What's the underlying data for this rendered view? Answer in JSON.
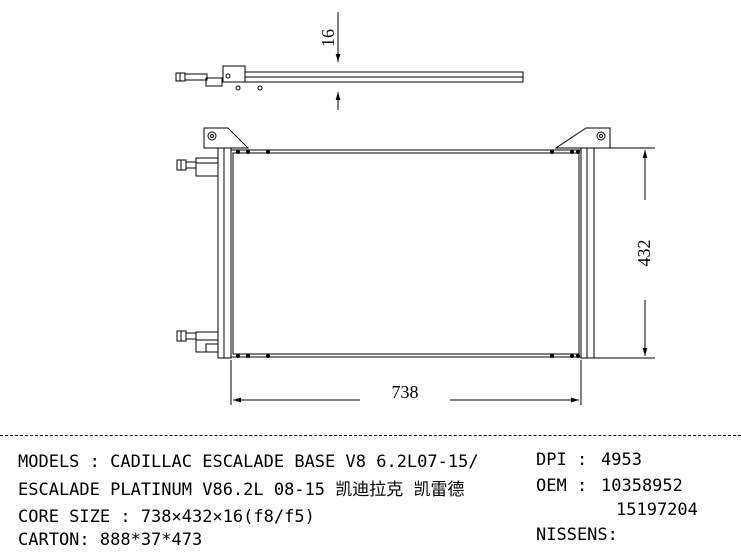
{
  "dimensions": {
    "thickness": "16",
    "height": "432",
    "width": "738"
  },
  "spec": {
    "models_line1": "MODELS : CADILLAC ESCALADE BASE V8 6.2L07-15/",
    "models_line2": "ESCALADE PLATINUM V86.2L 08-15 凯迪拉克 凯雷德",
    "core_size": "CORE SIZE : 738×432×16(f8/f5)",
    "carton": "CARTON: 888*37*473",
    "dpi_label": "DPI :",
    "dpi_value": "4953",
    "oem_label": "OEM :",
    "oem_values": [
      "10358952",
      "15197204"
    ],
    "nissens_label": "NISSENS:"
  }
}
